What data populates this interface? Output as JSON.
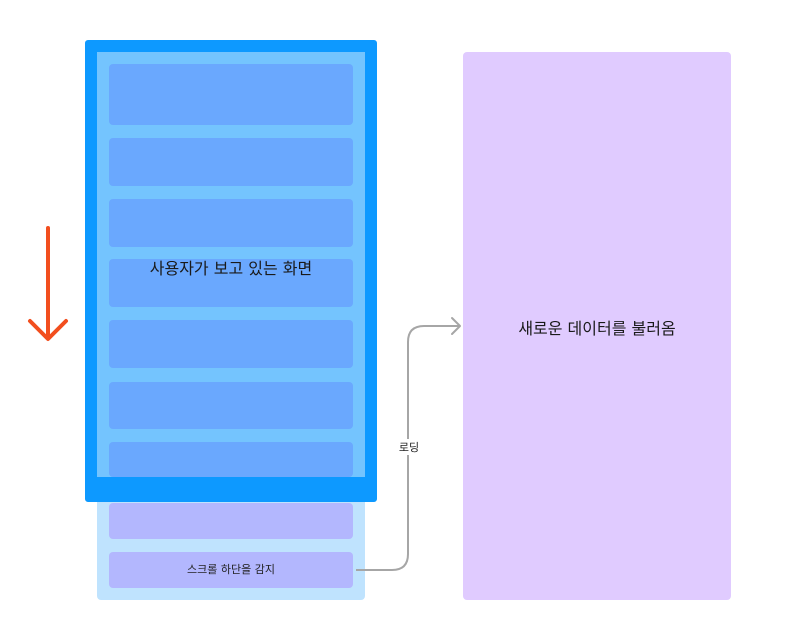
{
  "diagram": {
    "viewport": {
      "label": "사용자가 보고 있는 화면",
      "frame_color": "#0d99ff",
      "fill_color": "#74c4fe",
      "item_color": "#6aa8fe"
    },
    "list": {
      "background_color": "#bfe3fe",
      "offscreen_item_color": "#b3b7fe",
      "visible_items": 7,
      "offscreen_items": 2,
      "bottom_item_label": "스크롤 하단을 감지"
    },
    "connector": {
      "label": "로딩",
      "color": "#a6a6a6"
    },
    "new_data": {
      "label": "새로운 데이터를 불러옴",
      "color": "#e0cbff"
    },
    "scroll_arrow": {
      "direction": "down",
      "color": "#f24e1e"
    }
  }
}
